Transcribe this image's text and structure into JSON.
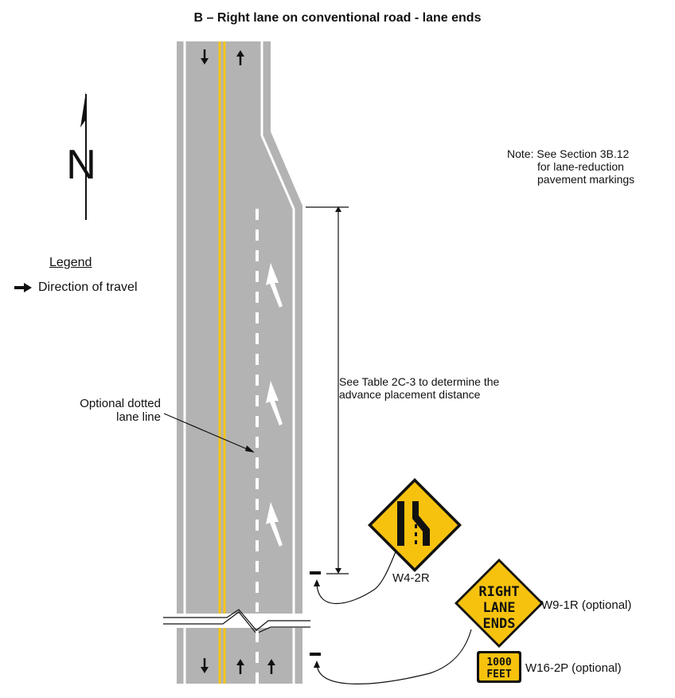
{
  "title": "B – Right lane on conventional road - lane ends",
  "north_label": "N",
  "legend": {
    "title": "Legend",
    "entry": "Direction of travel",
    "arrow_icon": "right-arrow-icon"
  },
  "note": {
    "line1": "Note:  See Section 3B.12",
    "line2": "for lane-reduction",
    "line3": "pavement markings"
  },
  "placement_text": {
    "line1": "See Table 2C-3 to determine the",
    "line2": "advance placement distance"
  },
  "optional_line_text": {
    "line1": "Optional dotted",
    "line2": "lane line"
  },
  "signs": {
    "w4_2r": {
      "code": "W4-2R"
    },
    "w9_1r": {
      "code": "W9-1R (optional)",
      "text": [
        "RIGHT",
        "LANE",
        "ENDS"
      ]
    },
    "w16_2p": {
      "code": "W16-2P (optional)",
      "text": [
        "1000",
        "FEET"
      ]
    }
  },
  "colors": {
    "pavement": "#b3b3b3",
    "centerline": "#f5c518",
    "sign_yellow": "#f7c20e",
    "marking_white": "#ffffff"
  }
}
